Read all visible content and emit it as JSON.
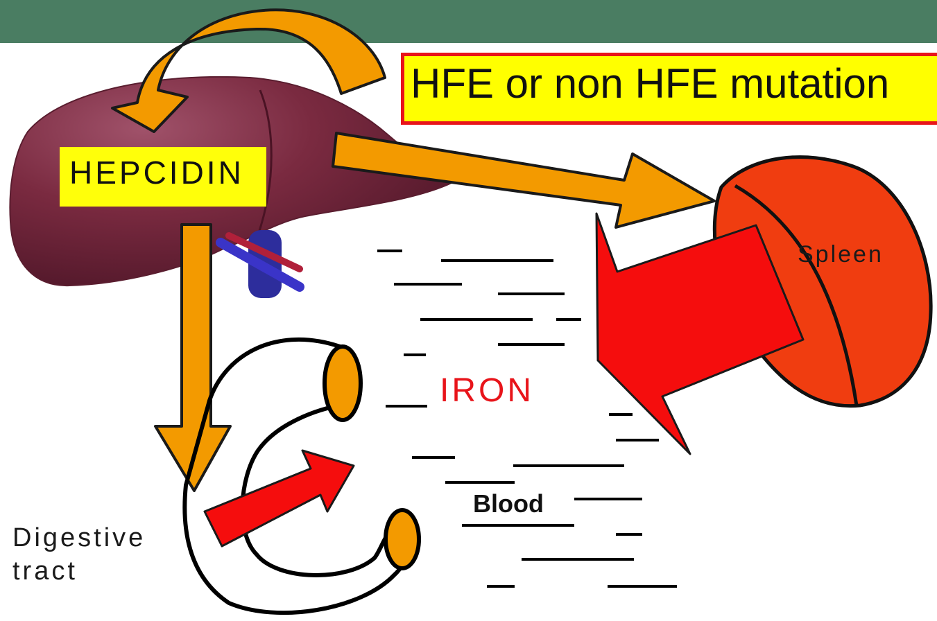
{
  "labels": {
    "mutation": "HFE or non HFE mutation",
    "hepcidin": "HEPCIDIN",
    "spleen": "Spleen",
    "iron": "IRON",
    "blood": "Blood",
    "digestive_line1": "Digestive",
    "digestive_line2": "tract"
  },
  "colors": {
    "banner": "#4a7d62",
    "liver": "#7a2a40",
    "orange_arrow": "#f39a00",
    "red_arrow": "#f50d0d",
    "spleen": "#f03d10",
    "box_yellow": "#ffff00",
    "box_border": "#e8141a",
    "iron_text": "#e8141a"
  }
}
